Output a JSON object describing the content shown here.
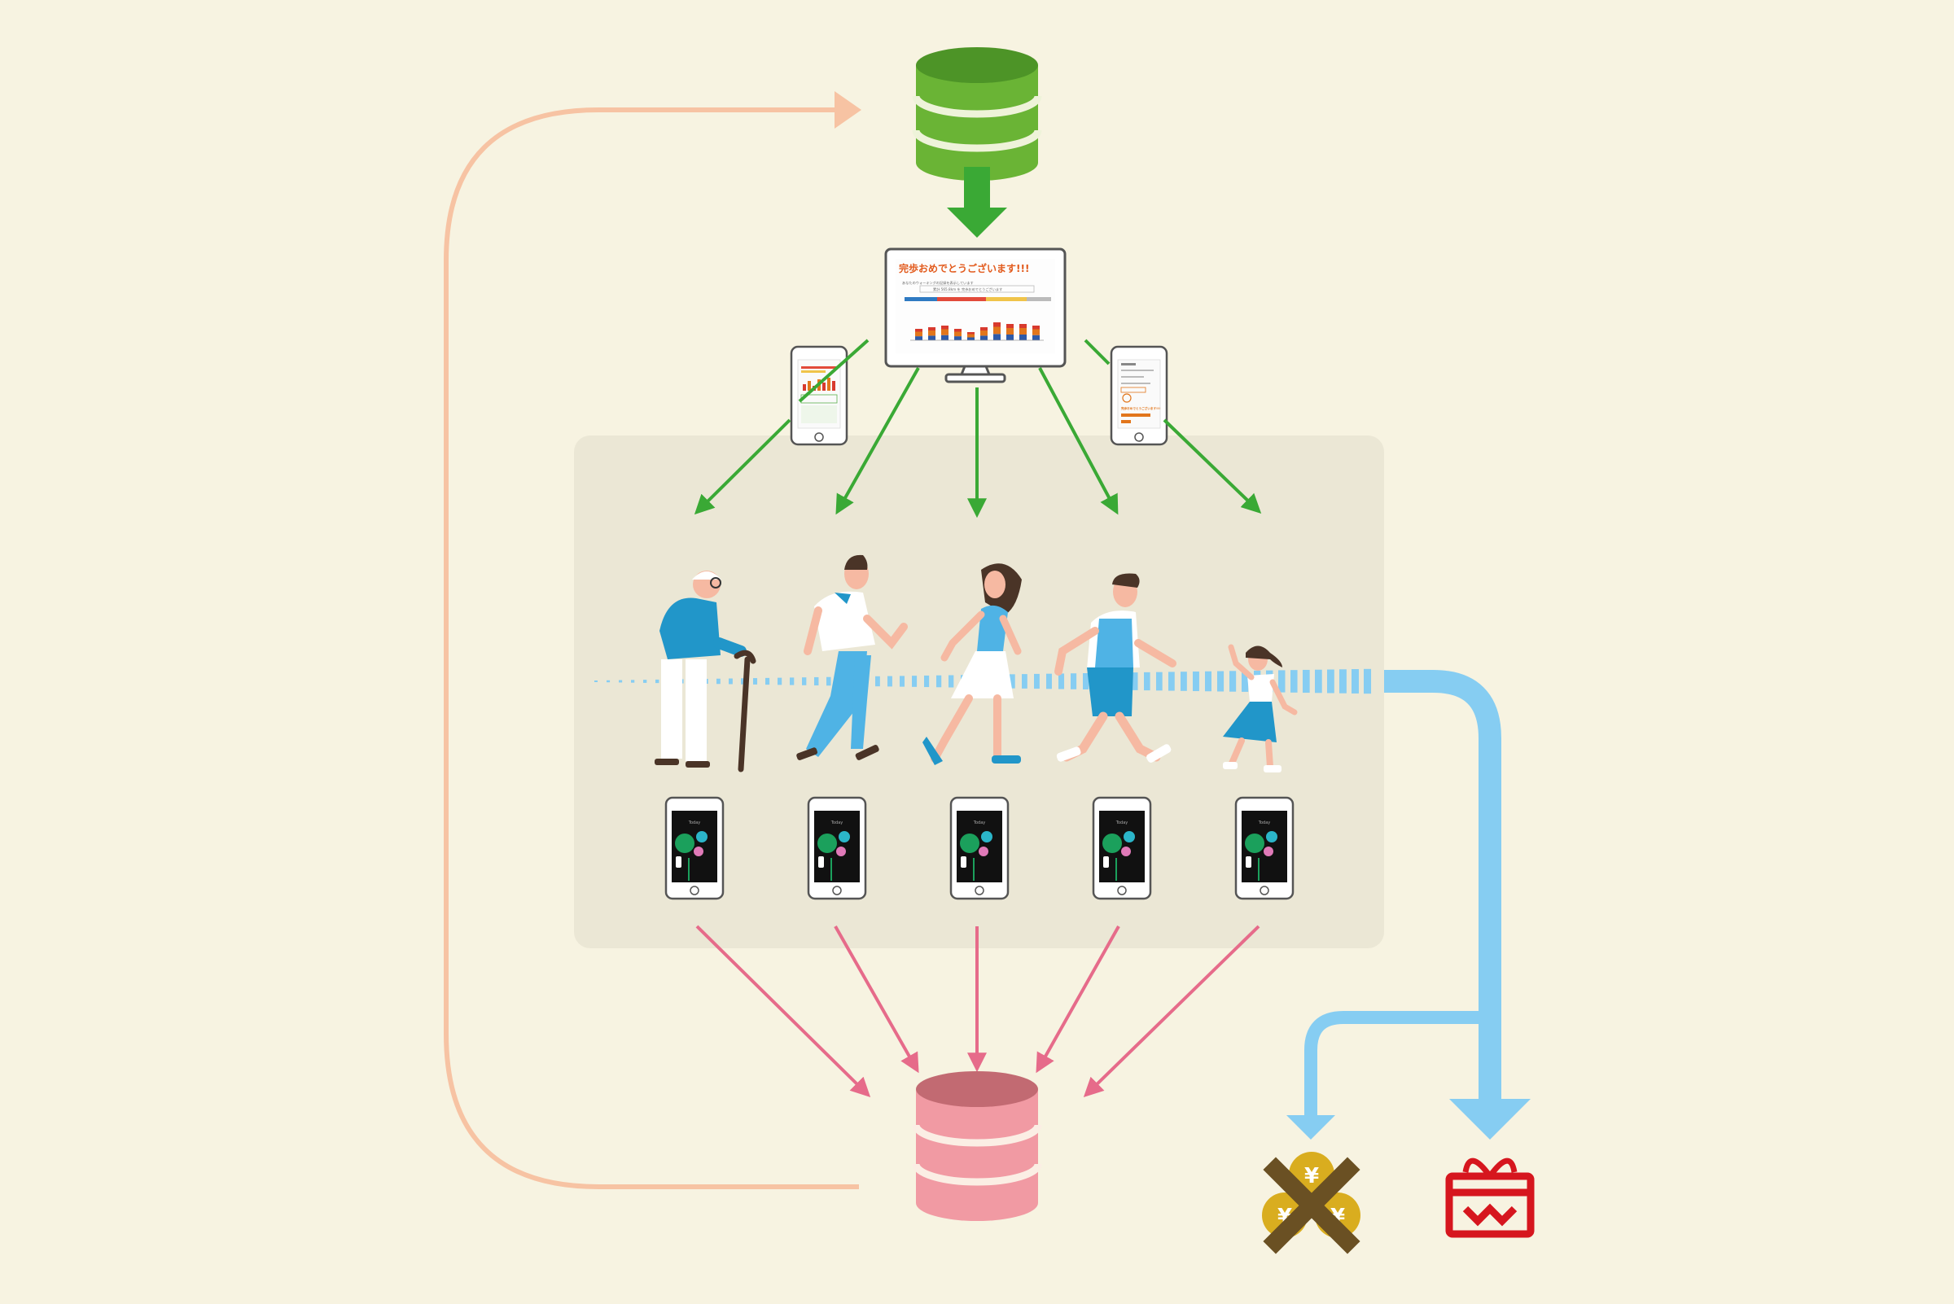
{
  "monitor": {
    "headline": "完歩おめでとうございます!!!",
    "body_lines": [
      "あなたのウォーキングの記録を表示しています",
      "累計 565.8km を 完歩おめでとうございます"
    ]
  },
  "phones": {
    "left_panel": {
      "headline": ""
    },
    "right_panel": {
      "headline": "完歩おめでとうございます!!!"
    },
    "tracker_title": "Today"
  },
  "rewards": {
    "coin_symbol": "¥"
  },
  "colors": {
    "background": "#f7f3e1",
    "panel": "#ebe7d5",
    "green_db": "#6ab435",
    "green_arrow": "#3aa935",
    "pink_db": "#f19aa3",
    "pink_arrow": "#e66b8a",
    "feedback_loop": "#f7c3a3",
    "reward_flow": "#86cdf2",
    "coin": "#d9ad1f",
    "cross": "#6a5023",
    "gift": "#d6161e"
  },
  "icons": [
    "database-icon",
    "monitor-icon",
    "smartphone-icon",
    "walker-icon",
    "coin-icon",
    "gift-icon"
  ]
}
